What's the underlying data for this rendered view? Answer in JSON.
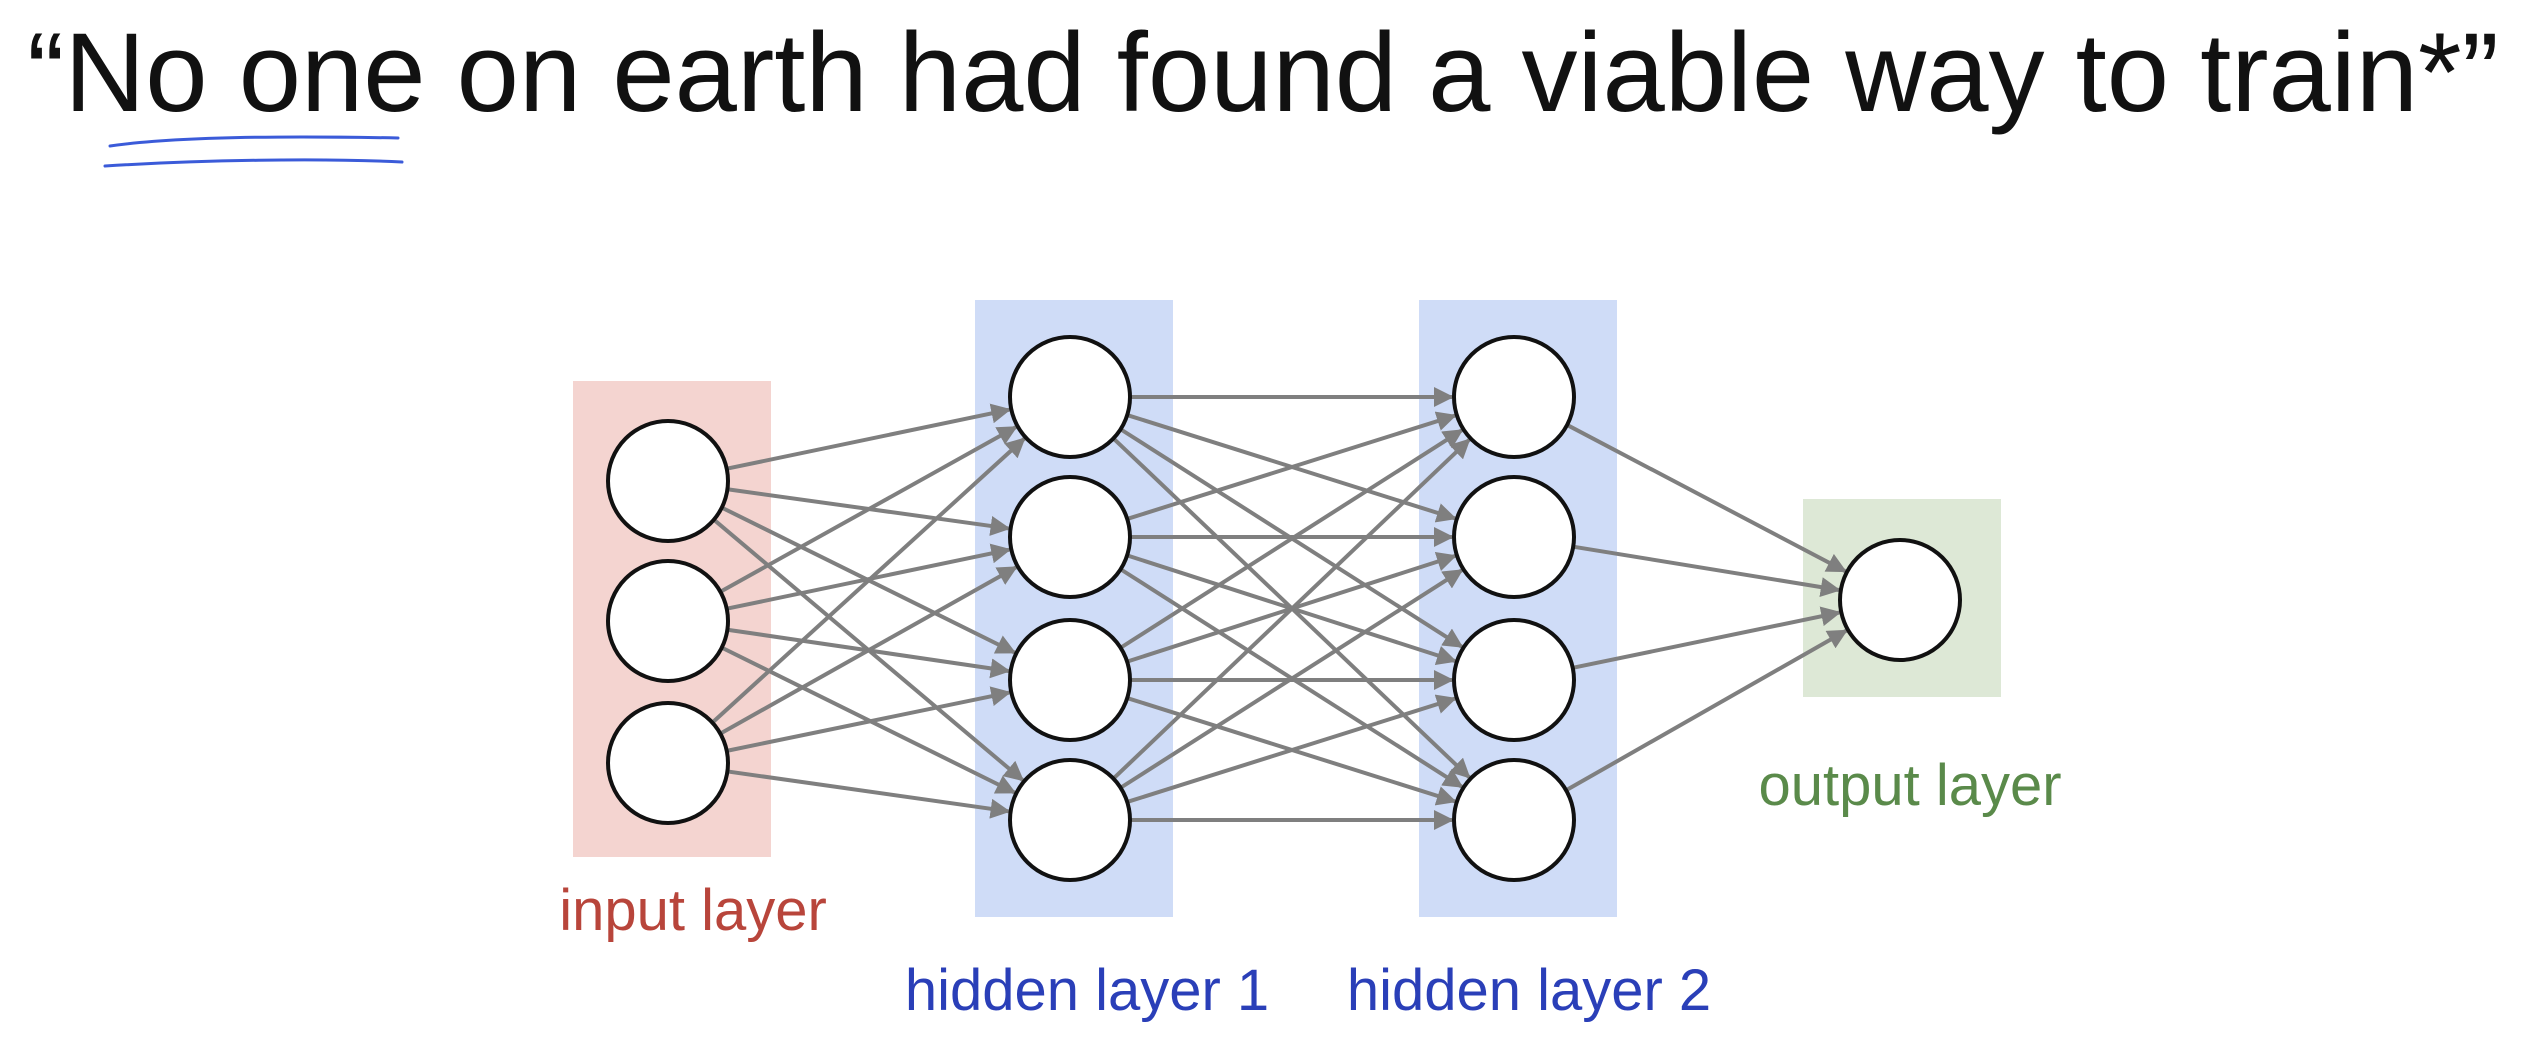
{
  "slide": {
    "quote": "“No one on earth had found a viable way to train*”"
  },
  "diagram": {
    "layers": [
      {
        "label": "input layer",
        "nodes": 3,
        "color": "#b8453b",
        "fill": "#f4d4d0"
      },
      {
        "label": "hidden layer 1",
        "nodes": 4,
        "color": "#2a3fb8",
        "fill": "#cfdcf7"
      },
      {
        "label": "hidden layer 2",
        "nodes": 4,
        "color": "#2a3fb8",
        "fill": "#cfdcf7"
      },
      {
        "label": "output layer",
        "nodes": 1,
        "color": "#5a8a4a",
        "fill": "#dde8d6"
      }
    ],
    "edge_color": "#7f7f7f",
    "annotation_color": "#3b5bd9"
  }
}
